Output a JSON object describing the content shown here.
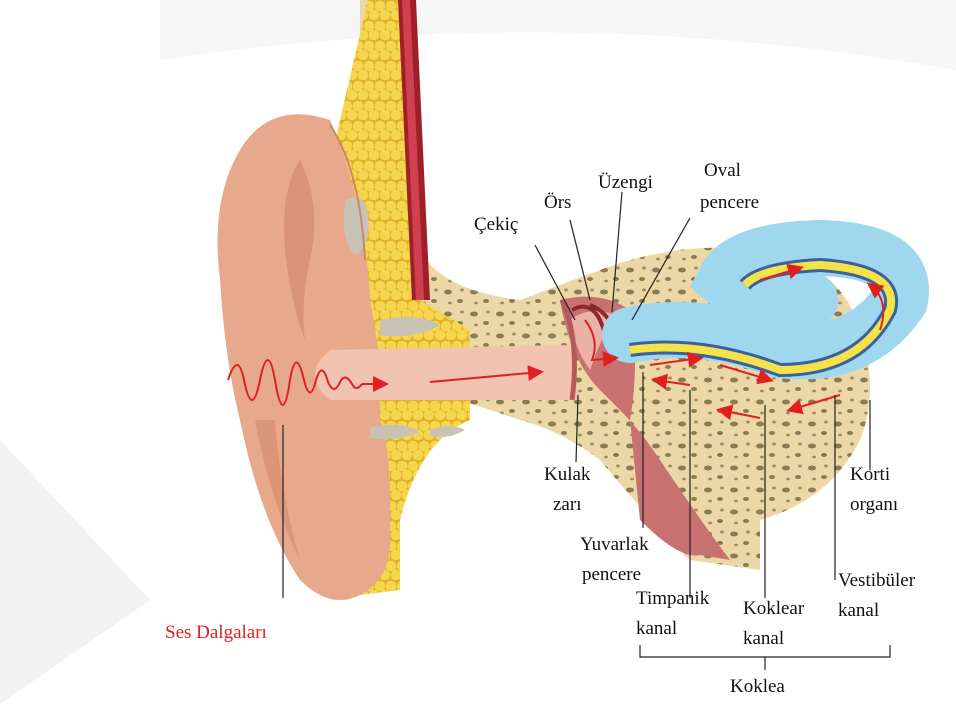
{
  "labels": {
    "cekic": "Çekiç",
    "ors": "Örs",
    "uzengi": "Üzengi",
    "oval_pencere_1": "Oval",
    "oval_pencere_2": "pencere",
    "kulak_zari_1": "Kulak",
    "kulak_zari_2": "zarı",
    "yuvarlak_pencere_1": "Yuvarlak",
    "yuvarlak_pencere_2": "pencere",
    "timpanik_kanal_1": "Timpanik",
    "timpanik_kanal_2": "kanal",
    "koklear_kanal_1": "Koklear",
    "koklear_kanal_2": "kanal",
    "vestibuler_kanal_1": "Vestibüler",
    "vestibuler_kanal_2": "kanal",
    "korti_organi_1": "Korti",
    "korti_organi_2": "organı",
    "koklea": "Koklea",
    "ses_dalgalari": "Ses Dalgaları"
  },
  "colors": {
    "skin": "#e7a88b",
    "canal": "#f1c3b0",
    "fat": "#f2cb3a",
    "bone": "#ecd7a6",
    "cochlea_outer": "#9fd7ee",
    "cochlea_yellow": "#f4e24a",
    "cochlea_blue": "#3c5fa0",
    "arrow_red": "#e02020",
    "ossicle": "#b55a5a",
    "wave_red": "#e02020"
  }
}
